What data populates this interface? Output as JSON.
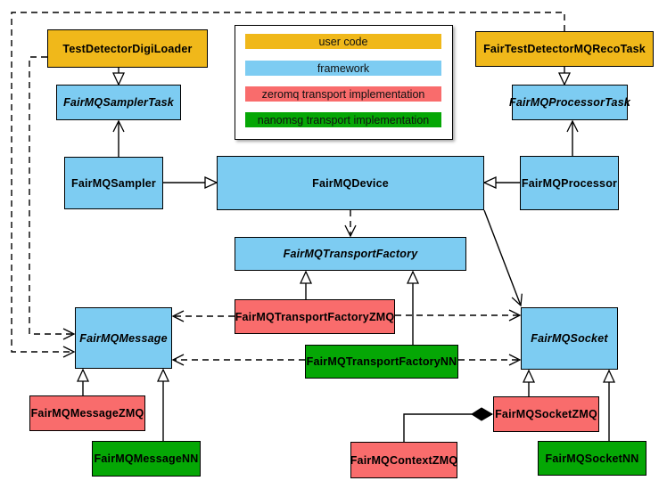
{
  "legend": {
    "items": [
      {
        "label": "user code",
        "color": "#F0B81A"
      },
      {
        "label": "framework",
        "color": "#7DCCF2"
      },
      {
        "label": "zeromq transport implementation",
        "color": "#F96C6C"
      },
      {
        "label": "nanomsg transport implementation",
        "color": "#05A705"
      }
    ]
  },
  "colors": {
    "user_code": "#F0B81A",
    "framework": "#7DCCF2",
    "zeromq": "#F96C6C",
    "nanomsg": "#05A705",
    "border": "#000000",
    "background": "#FFFFFF"
  },
  "nodes": {
    "test_detector_digi_loader": {
      "label": "TestDetectorDigiLoader",
      "category": "user code",
      "abstract": false
    },
    "fair_test_detector_mq_reco_task": {
      "label": "FairTestDetectorMQRecoTask",
      "category": "user code",
      "abstract": false
    },
    "fairmq_sampler_task": {
      "label": "FairMQSamplerTask",
      "category": "framework",
      "abstract": true
    },
    "fairmq_processor_task": {
      "label": "FairMQProcessorTask",
      "category": "framework",
      "abstract": true
    },
    "fairmq_sampler": {
      "label": "FairMQSampler",
      "category": "framework",
      "abstract": false
    },
    "fairmq_device": {
      "label": "FairMQDevice",
      "category": "framework",
      "abstract": false
    },
    "fairmq_processor": {
      "label": "FairMQProcessor",
      "category": "framework",
      "abstract": false
    },
    "fairmq_transport_factory": {
      "label": "FairMQTransportFactory",
      "category": "framework",
      "abstract": true
    },
    "fairmq_transport_factory_zmq": {
      "label": "FairMQTransportFactoryZMQ",
      "category": "zeromq transport implementation",
      "abstract": false
    },
    "fairmq_transport_factory_nn": {
      "label": "FairMQTransportFactoryNN",
      "category": "nanomsg transport implementation",
      "abstract": false
    },
    "fairmq_message": {
      "label": "FairMQMessage",
      "category": "framework",
      "abstract": true
    },
    "fairmq_socket": {
      "label": "FairMQSocket",
      "category": "framework",
      "abstract": true
    },
    "fairmq_message_zmq": {
      "label": "FairMQMessageZMQ",
      "category": "zeromq transport implementation",
      "abstract": false
    },
    "fairmq_message_nn": {
      "label": "FairMQMessageNN",
      "category": "nanomsg transport implementation",
      "abstract": false
    },
    "fairmq_socket_zmq": {
      "label": "FairMQSocketZMQ",
      "category": "zeromq transport implementation",
      "abstract": false
    },
    "fairmq_socket_nn": {
      "label": "FairMQSocketNN",
      "category": "nanomsg transport implementation",
      "abstract": false
    },
    "fairmq_context_zmq": {
      "label": "FairMQContextZMQ",
      "category": "zeromq transport implementation",
      "abstract": false
    }
  },
  "edges": [
    {
      "from": "TestDetectorDigiLoader",
      "to": "FairMQSamplerTask",
      "style": "solid",
      "head": "hollow-triangle"
    },
    {
      "from": "FairTestDetectorMQRecoTask",
      "to": "FairMQProcessorTask",
      "style": "solid",
      "head": "hollow-triangle"
    },
    {
      "from": "FairMQSampler",
      "to": "FairMQSamplerTask",
      "style": "solid",
      "head": "open-arrow"
    },
    {
      "from": "FairMQProcessor",
      "to": "FairMQProcessorTask",
      "style": "solid",
      "head": "open-arrow"
    },
    {
      "from": "FairMQSampler",
      "to": "FairMQDevice",
      "style": "solid",
      "head": "hollow-triangle"
    },
    {
      "from": "FairMQProcessor",
      "to": "FairMQDevice",
      "style": "solid",
      "head": "hollow-triangle"
    },
    {
      "from": "FairMQDevice",
      "to": "FairMQTransportFactory",
      "style": "dashed",
      "head": "open-arrow"
    },
    {
      "from": "FairMQDevice",
      "to": "FairMQSocket",
      "style": "solid",
      "head": "open-arrow"
    },
    {
      "from": "FairMQTransportFactoryZMQ",
      "to": "FairMQTransportFactory",
      "style": "solid",
      "head": "hollow-triangle"
    },
    {
      "from": "FairMQTransportFactoryNN",
      "to": "FairMQTransportFactory",
      "style": "solid",
      "head": "hollow-triangle"
    },
    {
      "from": "FairMQTransportFactoryZMQ",
      "to": "FairMQMessage",
      "style": "dashed",
      "head": "open-arrow"
    },
    {
      "from": "FairMQTransportFactoryZMQ",
      "to": "FairMQSocket",
      "style": "dashed",
      "head": "open-arrow"
    },
    {
      "from": "FairMQTransportFactoryNN",
      "to": "FairMQMessage",
      "style": "dashed",
      "head": "open-arrow"
    },
    {
      "from": "FairMQTransportFactoryNN",
      "to": "FairMQSocket",
      "style": "dashed",
      "head": "open-arrow"
    },
    {
      "from": "TestDetectorDigiLoader",
      "to": "FairMQMessage",
      "style": "dashed",
      "head": "open-arrow"
    },
    {
      "from": "FairTestDetectorMQRecoTask",
      "to": "FairMQMessage",
      "style": "dashed",
      "head": "open-arrow"
    },
    {
      "from": "FairMQMessageZMQ",
      "to": "FairMQMessage",
      "style": "solid",
      "head": "hollow-triangle"
    },
    {
      "from": "FairMQMessageNN",
      "to": "FairMQMessage",
      "style": "solid",
      "head": "hollow-triangle"
    },
    {
      "from": "FairMQSocketZMQ",
      "to": "FairMQSocket",
      "style": "solid",
      "head": "hollow-triangle"
    },
    {
      "from": "FairMQSocketNN",
      "to": "FairMQSocket",
      "style": "solid",
      "head": "hollow-triangle"
    },
    {
      "from": "FairMQContextZMQ",
      "to": "FairMQSocketZMQ",
      "style": "solid",
      "head": "filled-diamond"
    }
  ]
}
